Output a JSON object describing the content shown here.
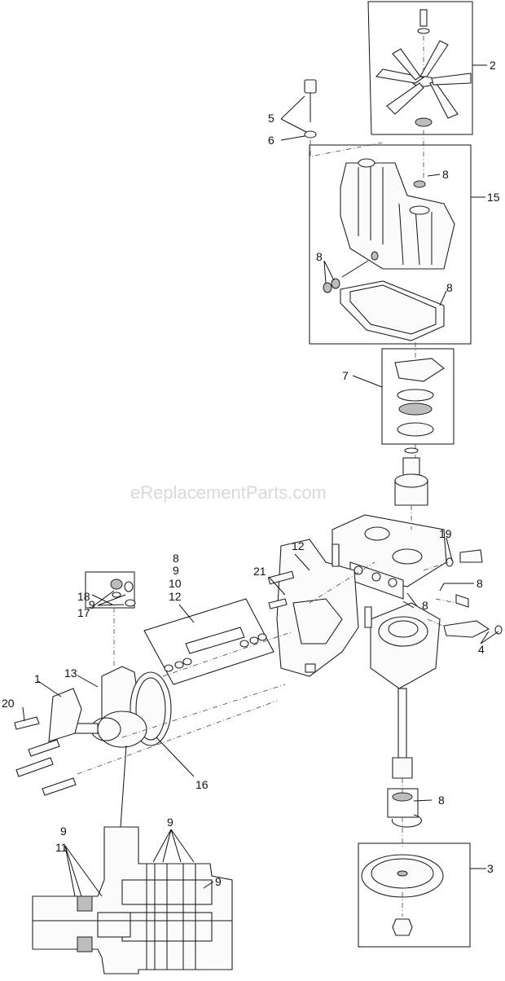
{
  "watermark": "eReplacementParts.com",
  "callouts": {
    "c1": "1",
    "c2": "2",
    "c3": "3",
    "c4": "4",
    "c5": "5",
    "c6": "6",
    "c7": "7",
    "c8a": "8",
    "c8b": "8",
    "c8c": "8",
    "c8d": "8",
    "c8e": "8",
    "c8f": "8",
    "c8g": "8",
    "c9a": "9",
    "c9b": "9",
    "c9c": "9",
    "c9d": "9",
    "c10": "10",
    "c11": "11",
    "c12a": "12",
    "c12b": "12",
    "c13": "13",
    "c15": "15",
    "c16": "16",
    "c17": "17",
    "c18": "18",
    "c19": "19",
    "c20": "20",
    "c21": "21",
    "c8h": "8"
  },
  "colors": {
    "line": "#111111",
    "watermark": "#d9d9d9"
  }
}
